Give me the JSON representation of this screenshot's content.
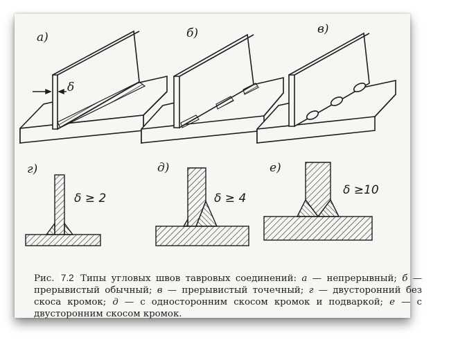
{
  "labels": {
    "a": "а)",
    "b": "б)",
    "v": "в)",
    "g": "г)",
    "d": "д)",
    "e": "е)",
    "delta": "δ"
  },
  "dimensions": {
    "g": "δ ≥ 2",
    "d": "δ ≥ 4",
    "e": "δ ≥10"
  },
  "caption": {
    "prefix": "Рис.",
    "number": "7.2",
    "text": "Типы угловых швов тавровых соединений:",
    "items": [
      {
        "letter": "а",
        "desc": "непрерывный;"
      },
      {
        "letter": "б",
        "desc": "прерывистый обычный;"
      },
      {
        "letter": "в",
        "desc": "прерывистый точечный;"
      },
      {
        "letter": "г",
        "desc": "двусторонний без скоса кромок;"
      },
      {
        "letter": "д",
        "desc": "с односторонним скосом кромок и подваркой;"
      },
      {
        "letter": "е",
        "desc": "с двусторонним скосом кромок."
      }
    ]
  }
}
